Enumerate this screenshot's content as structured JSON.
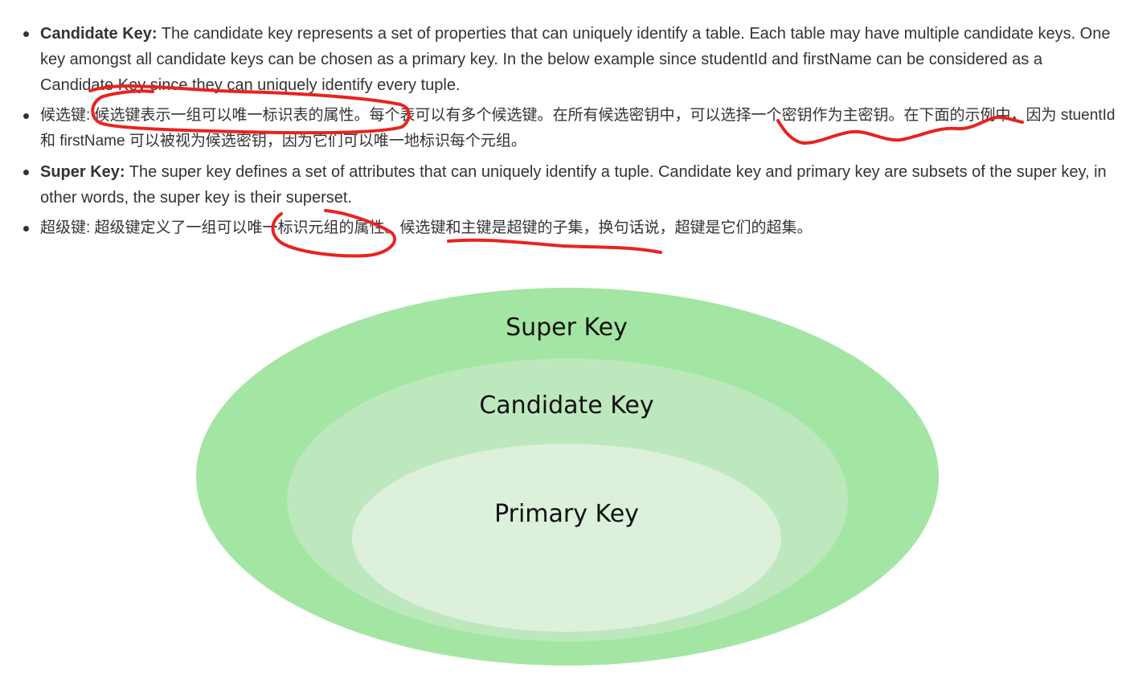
{
  "bullets": [
    {
      "term": "Candidate Key:",
      "text": " The candidate key represents a set of properties that can uniquely identify a table. Each table may have multiple candidate keys. One key amongst all candidate keys can be chosen as a primary key. In the below example since studentId and firstName can be considered as a Candidate Key since they can uniquely identify every tuple."
    },
    {
      "text": "候选键: 候选键表示一组可以唯一标识表的属性。每个表可以有多个候选键。在所有候选密钥中，可以选择一个密钥作为主密钥。在下面的示例中，因为 stuentId 和 firstName 可以被视为候选密钥，因为它们可以唯一地标识每个元组。"
    },
    {
      "term": "Super Key:",
      "text": " The super key defines a set of attributes that can uniquely identify a tuple. Candidate key and primary key are subsets of the super key, in other words, the super key is their superset."
    },
    {
      "text": "超级键: 超级键定义了一组可以唯一标识元组的属性。候选键和主键是超键的子集，换句话说，超键是它们的超集。"
    }
  ],
  "diagram": {
    "outer_label": "Super Key",
    "middle_label": "Candidate Key",
    "inner_label": "Primary Key",
    "colors": {
      "outer": "#a3e6a3",
      "middle": "#bde8bd",
      "inner": "#dcf0dc",
      "annotation": "#e8231f"
    }
  }
}
